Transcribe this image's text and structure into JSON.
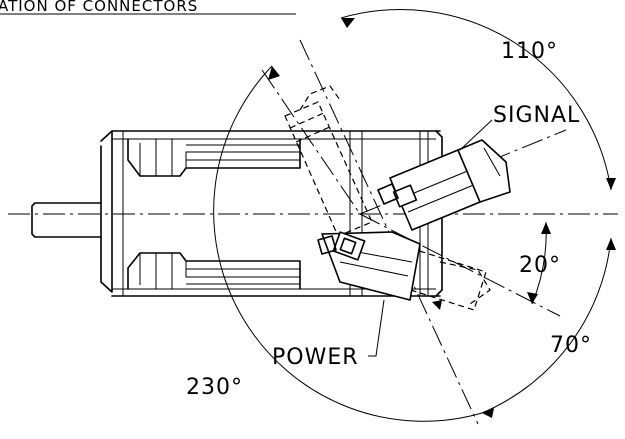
{
  "drawing": {
    "title": "ATION OF CONNECTORS",
    "labels": {
      "signal": "SIGNAL",
      "power": "POWER"
    },
    "angles": {
      "a110": "110°",
      "a20": "20°",
      "a70": "70°",
      "a230": "230°"
    }
  }
}
